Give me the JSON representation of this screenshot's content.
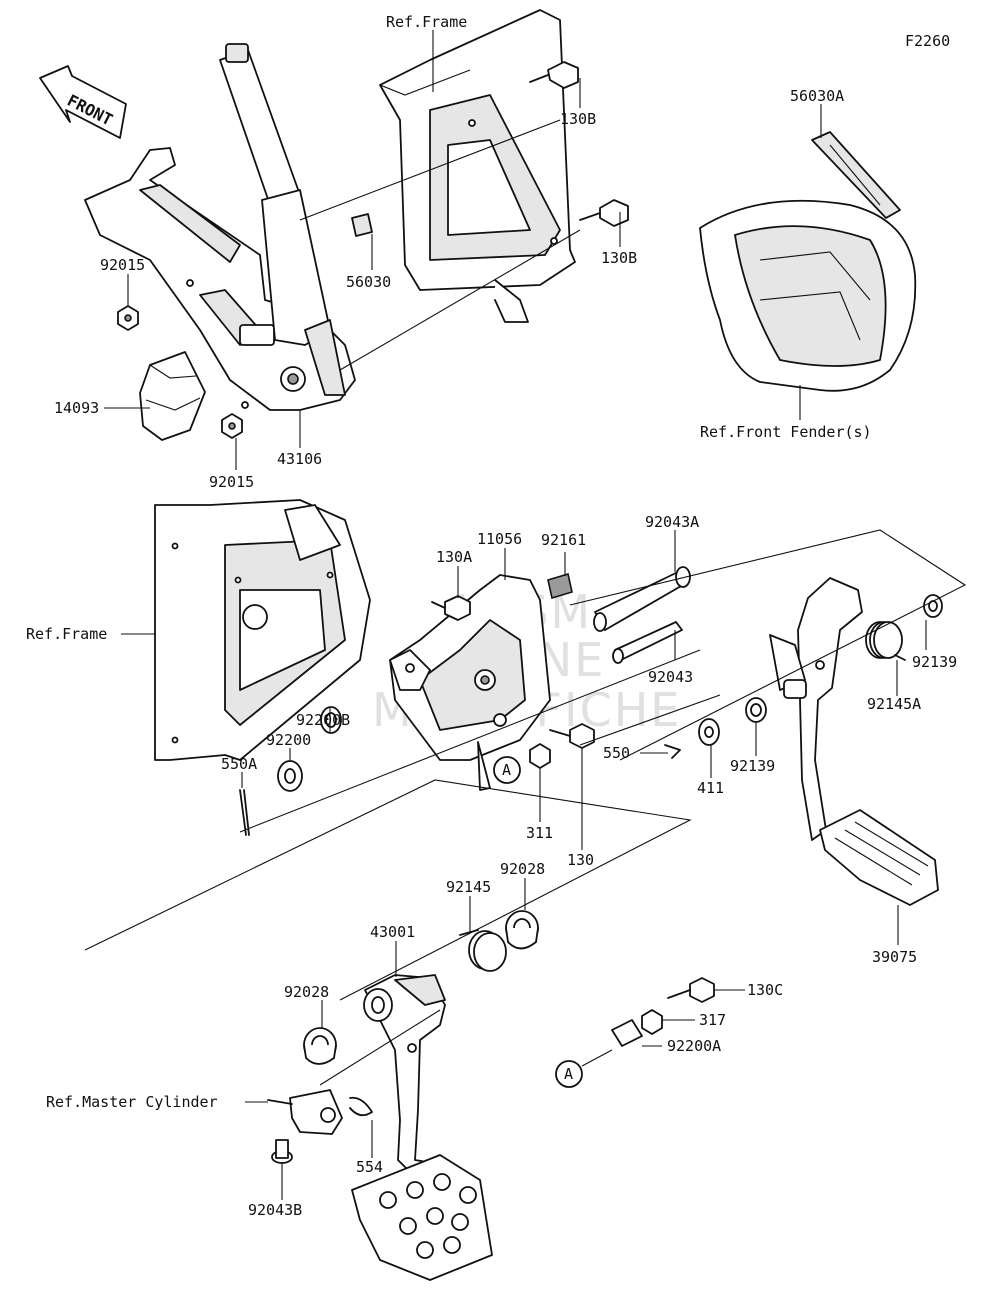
{
  "diagram_code": "F2260",
  "front_arrow": {
    "label": "FRONT",
    "icon": "front-arrow-icon"
  },
  "watermark": [
    "HLSM",
    "ONLINE",
    "MICROFICHE"
  ],
  "labels": {
    "ref_frame_top": "Ref.Frame",
    "p130b_a": "130B",
    "p130b_b": "130B",
    "p56030a": "56030A",
    "p56030": "56030",
    "p92015_a": "92015",
    "p92015_b": "92015",
    "p14093": "14093",
    "p43106": "43106",
    "ref_front_fender": "Ref.Front Fender(s)",
    "ref_frame_mid": "Ref.Frame",
    "p130a": "130A",
    "p11056": "11056",
    "p92161": "92161",
    "p92043a": "92043A",
    "p92043": "92043",
    "p92139_a": "92139",
    "p92139_b": "92139",
    "p92145a": "92145A",
    "p92200b": "92200B",
    "p92200": "92200",
    "p550a": "550A",
    "p550": "550",
    "p411": "411",
    "p311": "311",
    "p130": "130",
    "p39075": "39075",
    "p92145": "92145",
    "p92028_a": "92028",
    "p92028_b": "92028",
    "p43001": "43001",
    "p130c": "130C",
    "p317": "317",
    "p92200a": "92200A",
    "ref_master_cylinder": "Ref.Master Cylinder",
    "p554": "554",
    "p92043b": "92043B",
    "callout_a_1": "A",
    "callout_a_2": "A"
  }
}
